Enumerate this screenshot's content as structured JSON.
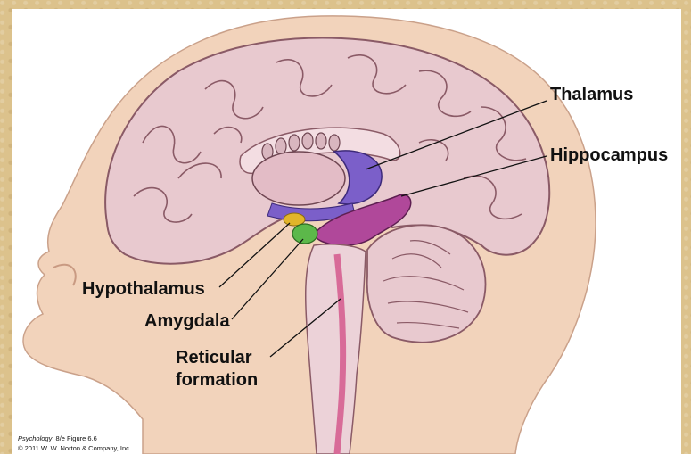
{
  "labels": {
    "thalamus": "Thalamus",
    "hippocampus": "Hippocampus",
    "hypothalamus": "Hypothalamus",
    "amygdala": "Amygdala",
    "reticular_line1": "Reticular",
    "reticular_line2": "formation"
  },
  "credit": {
    "book_title": "Psychology",
    "edition": ", 8/e  Figure 6.6",
    "copyright": "© 2011 W. W. Norton & Company, Inc."
  },
  "colors": {
    "background": "#dcc28c",
    "skin": "#f2d3bb",
    "brain": "#e8c9cf",
    "thalamus": "#7b5fc9",
    "hippocampus": "#b0489a",
    "hypothalamus": "#e2b52a",
    "amygdala": "#5cb84a",
    "reticular": "#d86b98"
  }
}
